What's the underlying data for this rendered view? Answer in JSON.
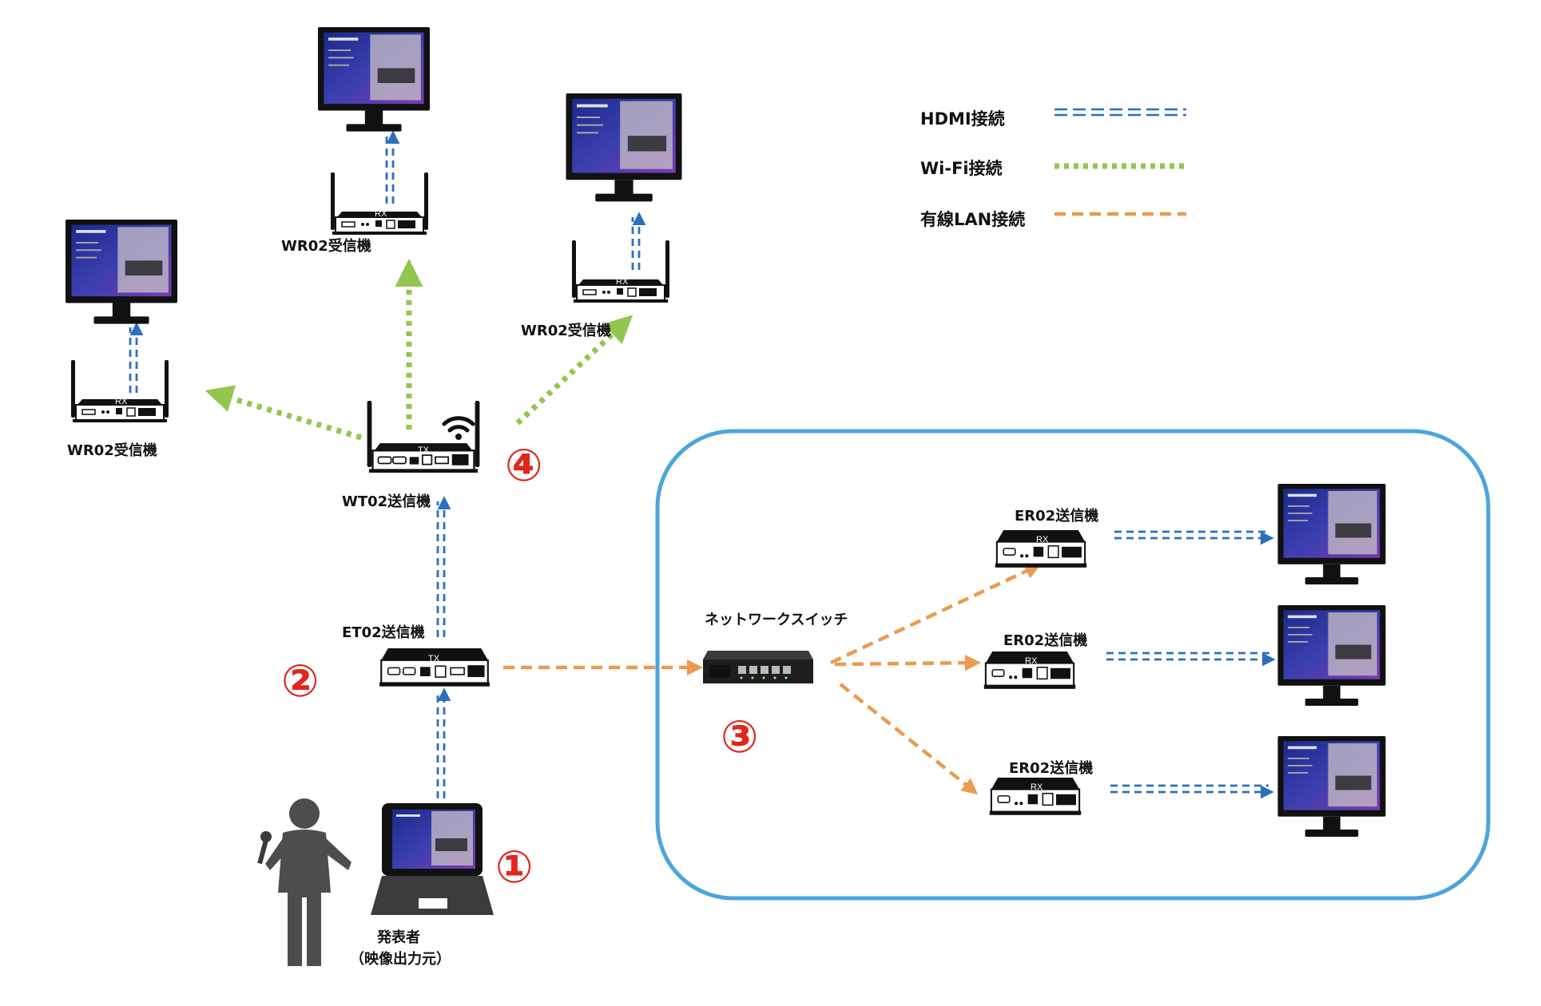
{
  "colors": {
    "hdmi": "#2e6fbd",
    "wifi": "#93c651",
    "lan": "#ec9a4f",
    "frame": "#4aa6dc",
    "number": "#e1261c"
  },
  "legend": [
    {
      "label": "HDMI接続",
      "line": "hdmi"
    },
    {
      "label": "Wi-Fi接続",
      "line": "wifi"
    },
    {
      "label": "有線LAN接続",
      "line": "lan"
    }
  ],
  "labels": {
    "wr02_left": "WR02受信機",
    "wr02_top": "WR02受信機",
    "wr02_right": "WR02受信機",
    "wt02": "WT02送信機",
    "et02": "ET02送信機",
    "switch": "ネットワークスイッチ",
    "er02_1": "ER02送信機",
    "er02_2": "ER02送信機",
    "er02_3": "ER02送信機",
    "presenter_line1": "発表者",
    "presenter_line2": "（映像出力元）"
  },
  "steps": [
    "①",
    "②",
    "③",
    "④"
  ],
  "device_tags": {
    "tx": "TX",
    "rx": "RX"
  },
  "icons": [
    "monitor-icon",
    "laptop-icon",
    "presenter-icon",
    "wifi-icon",
    "network-switch-icon",
    "transmitter-icon",
    "receiver-icon"
  ]
}
